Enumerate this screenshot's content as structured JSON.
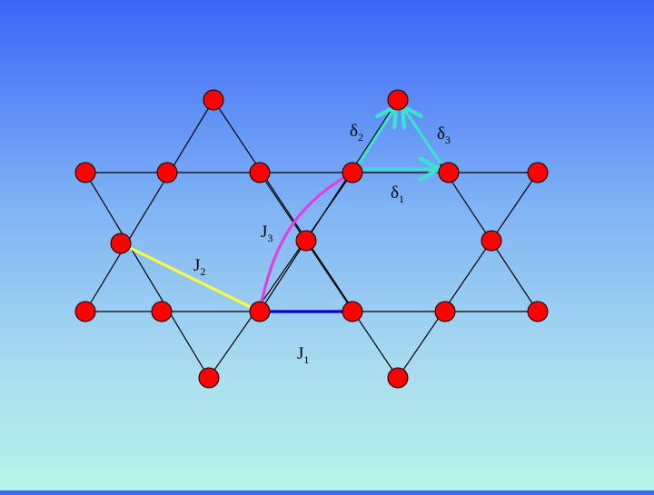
{
  "lattice": {
    "site_color": "#ff0000",
    "bond_color": "#000000"
  },
  "highlighted_bonds": {
    "J1": {
      "symbol": "J",
      "index": "1",
      "color": "#0000cc"
    },
    "J2": {
      "symbol": "J",
      "index": "2",
      "color": "#ffff33"
    },
    "J3": {
      "symbol": "J",
      "index": "3",
      "color": "#e040e0"
    }
  },
  "vectors": {
    "color": "#40e0d0",
    "delta1": {
      "symbol": "δ",
      "index": "1"
    },
    "delta2": {
      "symbol": "δ",
      "index": "2"
    },
    "delta3": {
      "symbol": "δ",
      "index": "3"
    }
  }
}
